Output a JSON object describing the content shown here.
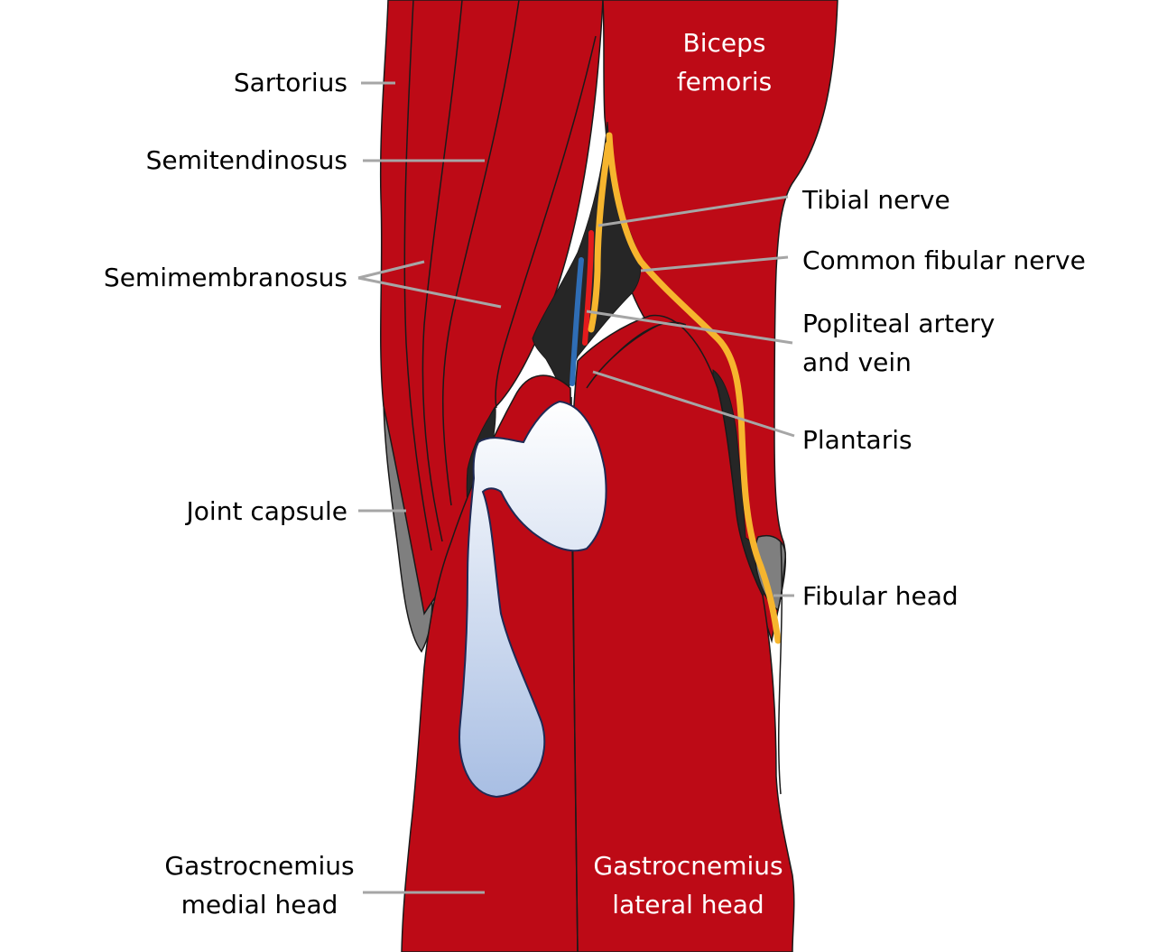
{
  "colors": {
    "muscle": "#bd0a16",
    "outline": "#1a1a1a",
    "fat": "#262626",
    "capsule": "#7f7f7f",
    "nerve": "#f6b52e",
    "artery": "#e41a1c",
    "vein": "#2f6db5",
    "bursa_top": "#ffffff",
    "bursa_bottom": "#a8bee3",
    "leader": "#a6a6a6",
    "label_on_muscle": "#ffffff",
    "label_text": "#000000"
  },
  "labels": {
    "sartorius": "Sartorius",
    "semitendinosus": "Semitendinosus",
    "semimembranosus": "Semimembranosus",
    "joint_capsule": "Joint capsule",
    "gastrocnemius_medial": [
      "Gastrocnemius",
      "medial head"
    ],
    "biceps_femoris": [
      "Biceps",
      "femoris"
    ],
    "tibial_nerve": "Tibial nerve",
    "common_fibular_nerve": "Common fibular nerve",
    "popliteal": [
      "Popliteal artery",
      "and vein"
    ],
    "plantaris": "Plantaris",
    "fibular_head": "Fibular head",
    "gastrocnemius_lateral": [
      "Gastrocnemius",
      "lateral head"
    ]
  }
}
